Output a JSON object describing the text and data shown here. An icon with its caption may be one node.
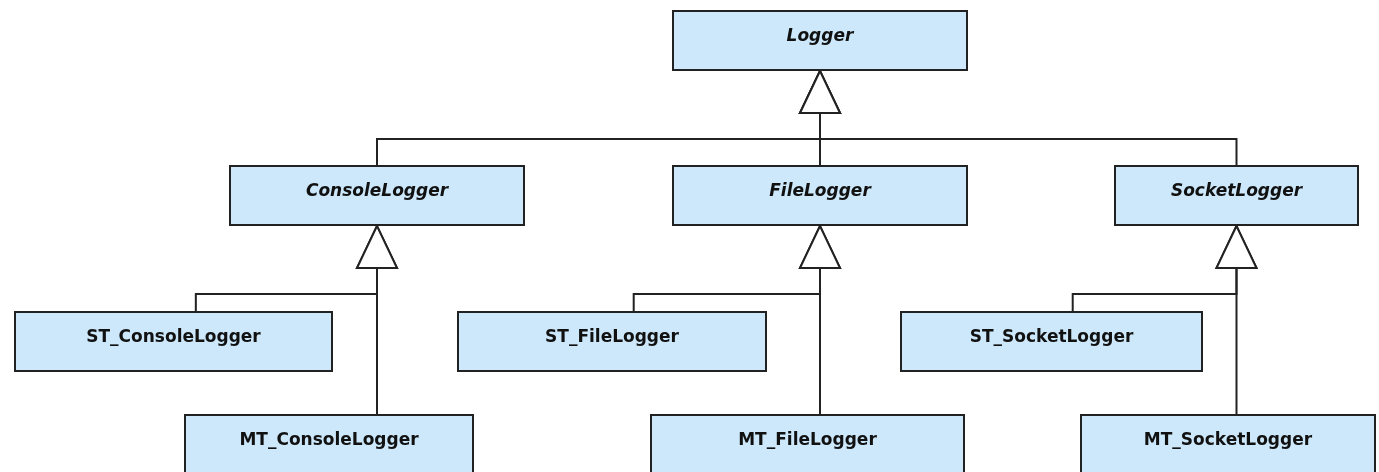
{
  "diagram": {
    "nodes": [
      {
        "text": [
          "Logger"
        ]
      },
      {
        "text": [
          "ConsoleLogger"
        ]
      },
      {
        "text": [
          "FileLogger"
        ]
      },
      {
        "text": [
          "SocketLogger"
        ]
      },
      {
        "text": [
          "ST_ConsoleLogger"
        ]
      },
      {
        "text": [
          "MT_ConsoleLogger"
        ]
      },
      {
        "text": [
          "ST_FileLogger"
        ]
      },
      {
        "text": [
          "MT_FileLogger"
        ]
      },
      {
        "text": [
          "ST_SocketLogger"
        ]
      },
      {
        "text": [
          "MT_SocketLogger"
        ]
      }
    ],
    "edges": [
      {
        "from": 1,
        "to": 0,
        "arrow": "to"
      },
      {
        "from": 2,
        "to": 0,
        "arrow": "to"
      },
      {
        "from": 3,
        "to": 0,
        "arrow": "to"
      },
      {
        "from": 4,
        "to": 1,
        "arrow": "to"
      },
      {
        "from": 5,
        "to": 1,
        "arrow": "to"
      },
      {
        "from": 6,
        "to": 2,
        "arrow": "to"
      },
      {
        "from": 7,
        "to": 2,
        "arrow": "to"
      },
      {
        "from": 8,
        "to": 3,
        "arrow": "to"
      },
      {
        "from": 9,
        "to": 3,
        "arrow": "to"
      }
    ]
  }
}
